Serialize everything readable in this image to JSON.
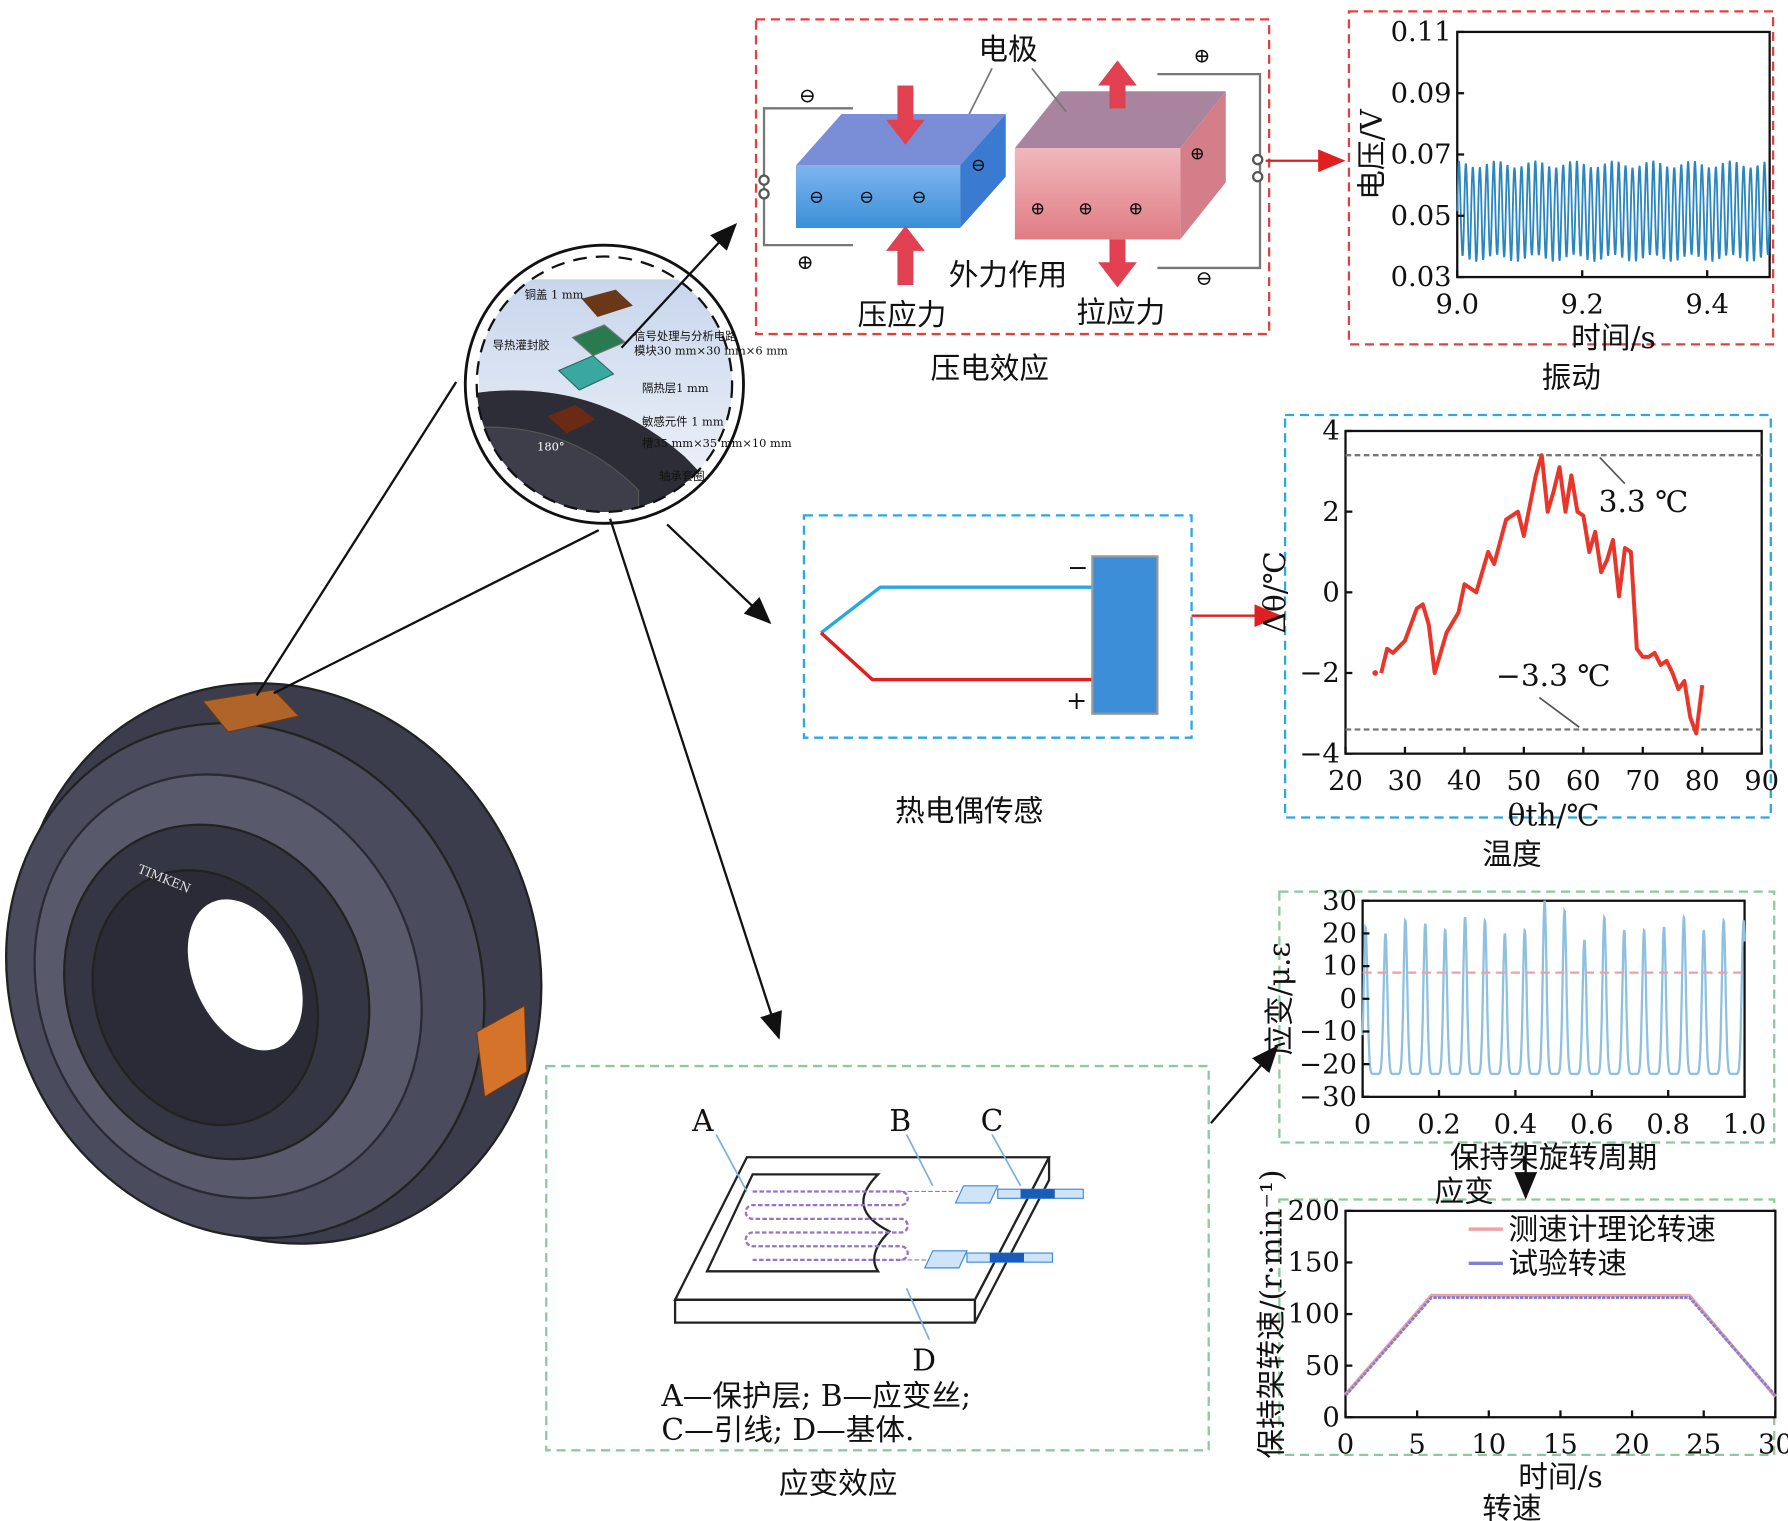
{
  "colors": {
    "red_box": "#e04040",
    "blue_box": "#2aa8e0",
    "green_box": "#8cc9a0",
    "vibration": "#2a86c0",
    "temp": "#e8362a",
    "strain": "#8ec0e0",
    "speed_theory": "#f0a0a8",
    "speed_test": "#8080d0"
  },
  "inset": {
    "labels": [
      "铜盖 1 mm",
      "导热灌封胶",
      "信号处理与分析电路",
      "模块30 mm×30 mm×6 mm",
      "隔热层1 mm",
      "敏感元件 1 mm",
      "槽35 mm×35 mm×10 mm",
      "轴承套圈",
      "180°"
    ]
  },
  "bearing": {
    "brand": "TIMKEN"
  },
  "piezo": {
    "electrode": "电极",
    "external_force": "外力作用",
    "compressive": "压应力",
    "tensile": "拉应力",
    "caption": "压电效应",
    "minus": "⊖",
    "plus": "⊕"
  },
  "thermo": {
    "minus": "−",
    "plus": "+",
    "caption": "热电偶传感"
  },
  "strain_gauge": {
    "A": "A",
    "B": "B",
    "C": "C",
    "D": "D",
    "legend_line1": "A—保护层; B—应变丝;",
    "legend_line2": "C—引线; D—基体.",
    "caption": "应变效应"
  },
  "chart_data": [
    {
      "id": "vibration",
      "type": "line",
      "title": "振动",
      "xlabel": "时间/s",
      "ylabel": "电压/V",
      "xlim": [
        9.0,
        9.5
      ],
      "ylim": [
        0.03,
        0.11
      ],
      "xticks": [
        "9.0",
        "9.2",
        "9.4"
      ],
      "xtick_values": [
        9.0,
        9.2,
        9.4
      ],
      "yticks": [
        "0.03",
        "0.05",
        "0.07",
        "0.09",
        "0.11"
      ],
      "ytick_values": [
        0.03,
        0.05,
        0.07,
        0.09,
        0.11
      ],
      "series": [
        {
          "name": "电压",
          "min": 0.035,
          "max": 0.068,
          "cycles": 45
        }
      ]
    },
    {
      "id": "temperature",
      "type": "line",
      "title": "温度",
      "xlabel": "θth/℃",
      "ylabel": "Δθ/℃",
      "xlim": [
        20,
        90
      ],
      "ylim": [
        -4,
        4
      ],
      "xticks": [
        "20",
        "30",
        "40",
        "50",
        "60",
        "70",
        "80",
        "90"
      ],
      "xtick_values": [
        20,
        30,
        40,
        50,
        60,
        70,
        80,
        90
      ],
      "yticks": [
        "−4",
        "−2",
        "0",
        "2",
        "4"
      ],
      "ytick_values": [
        -4,
        -2,
        0,
        2,
        4
      ],
      "thresholds": [
        {
          "value": 3.4,
          "label": "3.3 ℃"
        },
        {
          "value": -3.4,
          "label": "−3.3 ℃"
        }
      ],
      "series": [
        {
          "name": "Δθ",
          "x": [
            26,
            27,
            28,
            30,
            32,
            33,
            34,
            35,
            37,
            39,
            40,
            42,
            44,
            45,
            47,
            49,
            50,
            52,
            53,
            54,
            55,
            56,
            57,
            58,
            59,
            60,
            61,
            62,
            63,
            64,
            65,
            66,
            67,
            68,
            69,
            70,
            71,
            72,
            73,
            74,
            75,
            76,
            77,
            78,
            79,
            80
          ],
          "y": [
            -2.0,
            -1.4,
            -1.5,
            -1.2,
            -0.4,
            -0.3,
            -0.8,
            -2.0,
            -1.0,
            -0.5,
            0.2,
            0,
            1.0,
            0.7,
            1.8,
            2.0,
            1.4,
            2.9,
            3.4,
            2.0,
            2.5,
            3.1,
            2.0,
            2.9,
            2.0,
            1.9,
            1.0,
            1.5,
            0.5,
            0.8,
            1.3,
            -0.1,
            1.1,
            1.0,
            -1.4,
            -1.6,
            -1.6,
            -1.5,
            -1.8,
            -1.7,
            -2.0,
            -2.4,
            -2.2,
            -3.1,
            -3.5,
            -2.3
          ]
        }
      ]
    },
    {
      "id": "strain",
      "type": "line",
      "title": "应变",
      "xlabel": "保持架旋转周期",
      "ylabel": "应变/μ.ε",
      "xlim": [
        0,
        1.0
      ],
      "ylim": [
        -30,
        30
      ],
      "xticks": [
        "0",
        "0.2",
        "0.4",
        "0.6",
        "0.8",
        "1.0"
      ],
      "xtick_values": [
        0,
        0.2,
        0.4,
        0.6,
        0.8,
        1.0
      ],
      "yticks": [
        "−30",
        "−20",
        "−10",
        "0",
        "10",
        "20",
        "30"
      ],
      "ytick_values": [
        -30,
        -20,
        -10,
        0,
        10,
        20,
        30
      ],
      "reference_line": 8,
      "series": [
        {
          "name": "应变",
          "peaks": [
            22,
            20,
            24,
            23,
            21,
            25,
            24,
            20,
            21,
            30,
            27,
            18,
            25,
            21,
            21,
            22,
            25,
            21,
            24
          ],
          "trough": -23
        }
      ]
    },
    {
      "id": "speed",
      "type": "line",
      "title": "转速",
      "xlabel": "时间/s",
      "ylabel": "保持架转速/(r·min⁻¹)",
      "xlim": [
        0,
        30
      ],
      "ylim": [
        0,
        200
      ],
      "xticks": [
        "0",
        "5",
        "10",
        "15",
        "20",
        "25",
        "30"
      ],
      "xtick_values": [
        0,
        5,
        10,
        15,
        20,
        25,
        30
      ],
      "yticks": [
        "0",
        "50",
        "100",
        "150",
        "200"
      ],
      "ytick_values": [
        0,
        50,
        100,
        150,
        200
      ],
      "series": [
        {
          "name": "测速计理论转速",
          "x": [
            0,
            6,
            24,
            30
          ],
          "y": [
            22,
            118,
            118,
            20
          ]
        },
        {
          "name": "试验转速",
          "x": [
            0,
            6,
            24,
            30
          ],
          "y": [
            21,
            116,
            116,
            21
          ]
        }
      ]
    }
  ]
}
